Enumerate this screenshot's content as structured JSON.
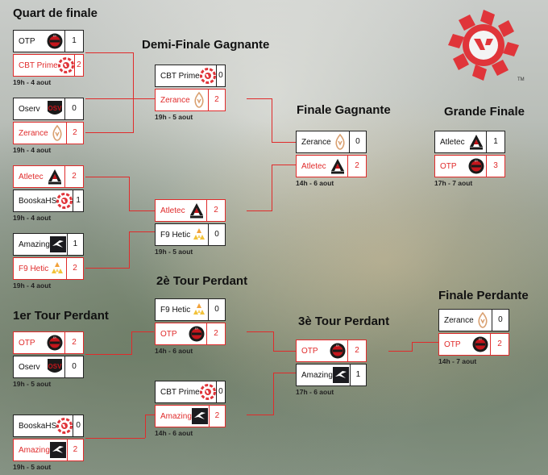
{
  "headings": {
    "qf": "Quart de finale",
    "sf": "Demi-Finale Gagnante",
    "wf": "Finale Gagnante",
    "gf": "Grande Finale",
    "l1": "1er Tour Perdant",
    "l2": "2è Tour Perdant",
    "l3": "3è Tour Perdant",
    "lf": "Finale Perdante"
  },
  "brand": {
    "footnote": "TM"
  },
  "matches": [
    {
      "team1": "OTP",
      "score1": "1",
      "logo1": "otp-logo",
      "team2": "CBT Prime",
      "score2": "2",
      "logo2": "cbt-logo",
      "date": "19h - 4 aout"
    },
    {
      "team1": "Oserv",
      "score1": "0",
      "logo1": "osv-logo",
      "team2": "Zerance",
      "score2": "2",
      "logo2": "zerance-logo",
      "date": "19h - 4 aout"
    },
    {
      "team1": "Atletec",
      "score1": "2",
      "logo1": "atletec-logo",
      "team2": "BooskaHS",
      "score2": "1",
      "logo2": "cbt-logo",
      "date": "19h - 4 aout"
    },
    {
      "team1": "Amazing",
      "score1": "1",
      "logo1": "amazing-logo",
      "team2": "F9 Hetic",
      "score2": "2",
      "logo2": "f9-logo",
      "date": "19h - 4 aout"
    },
    {
      "team1": "CBT Prime",
      "score1": "0",
      "logo1": "cbt-logo",
      "team2": "Zerance",
      "score2": "2",
      "logo2": "zerance-logo",
      "date": "19h - 5 aout"
    },
    {
      "team1": "Atletec",
      "score1": "2",
      "logo1": "atletec-logo",
      "team2": "F9 Hetic",
      "score2": "0",
      "logo2": "f9-logo",
      "date": "19h - 5 aout"
    },
    {
      "team1": "Zerance",
      "score1": "0",
      "logo1": "zerance-logo",
      "team2": "Atletec",
      "score2": "2",
      "logo2": "atletec-logo",
      "date": "14h - 6 aout"
    },
    {
      "team1": "Atletec",
      "score1": "1",
      "logo1": "atletec-logo",
      "team2": "OTP",
      "score2": "3",
      "logo2": "otp-logo",
      "date": "17h - 7 aout"
    },
    {
      "team1": "OTP",
      "score1": "2",
      "logo1": "otp-logo",
      "team2": "Oserv",
      "score2": "0",
      "logo2": "osv-logo",
      "date": "19h - 5 aout"
    },
    {
      "team1": "BooskaHS",
      "score1": "0",
      "logo1": "cbt-logo",
      "team2": "Amazing",
      "score2": "2",
      "logo2": "amazing-logo",
      "date": "19h - 5 aout"
    },
    {
      "team1": "F9 Hetic",
      "score1": "0",
      "logo1": "f9-logo",
      "team2": "OTP",
      "score2": "2",
      "logo2": "otp-logo",
      "date": "14h - 6 aout"
    },
    {
      "team1": "CBT Prime",
      "score1": "0",
      "logo1": "cbt-logo",
      "team2": "Amazing",
      "score2": "2",
      "logo2": "amazing-logo",
      "date": "14h - 6 aout"
    },
    {
      "team1": "OTP",
      "score1": "2",
      "logo1": "otp-logo",
      "team2": "Amazing",
      "score2": "1",
      "logo2": "amazing-logo",
      "date": "17h - 6 aout"
    },
    {
      "team1": "Zerance",
      "score1": "0",
      "logo1": "zerance-logo",
      "team2": "OTP",
      "score2": "2",
      "logo2": "otp-logo",
      "date": "14h - 7 aout"
    }
  ],
  "colors": {
    "accent": "#e02b2b",
    "border": "#222222"
  }
}
